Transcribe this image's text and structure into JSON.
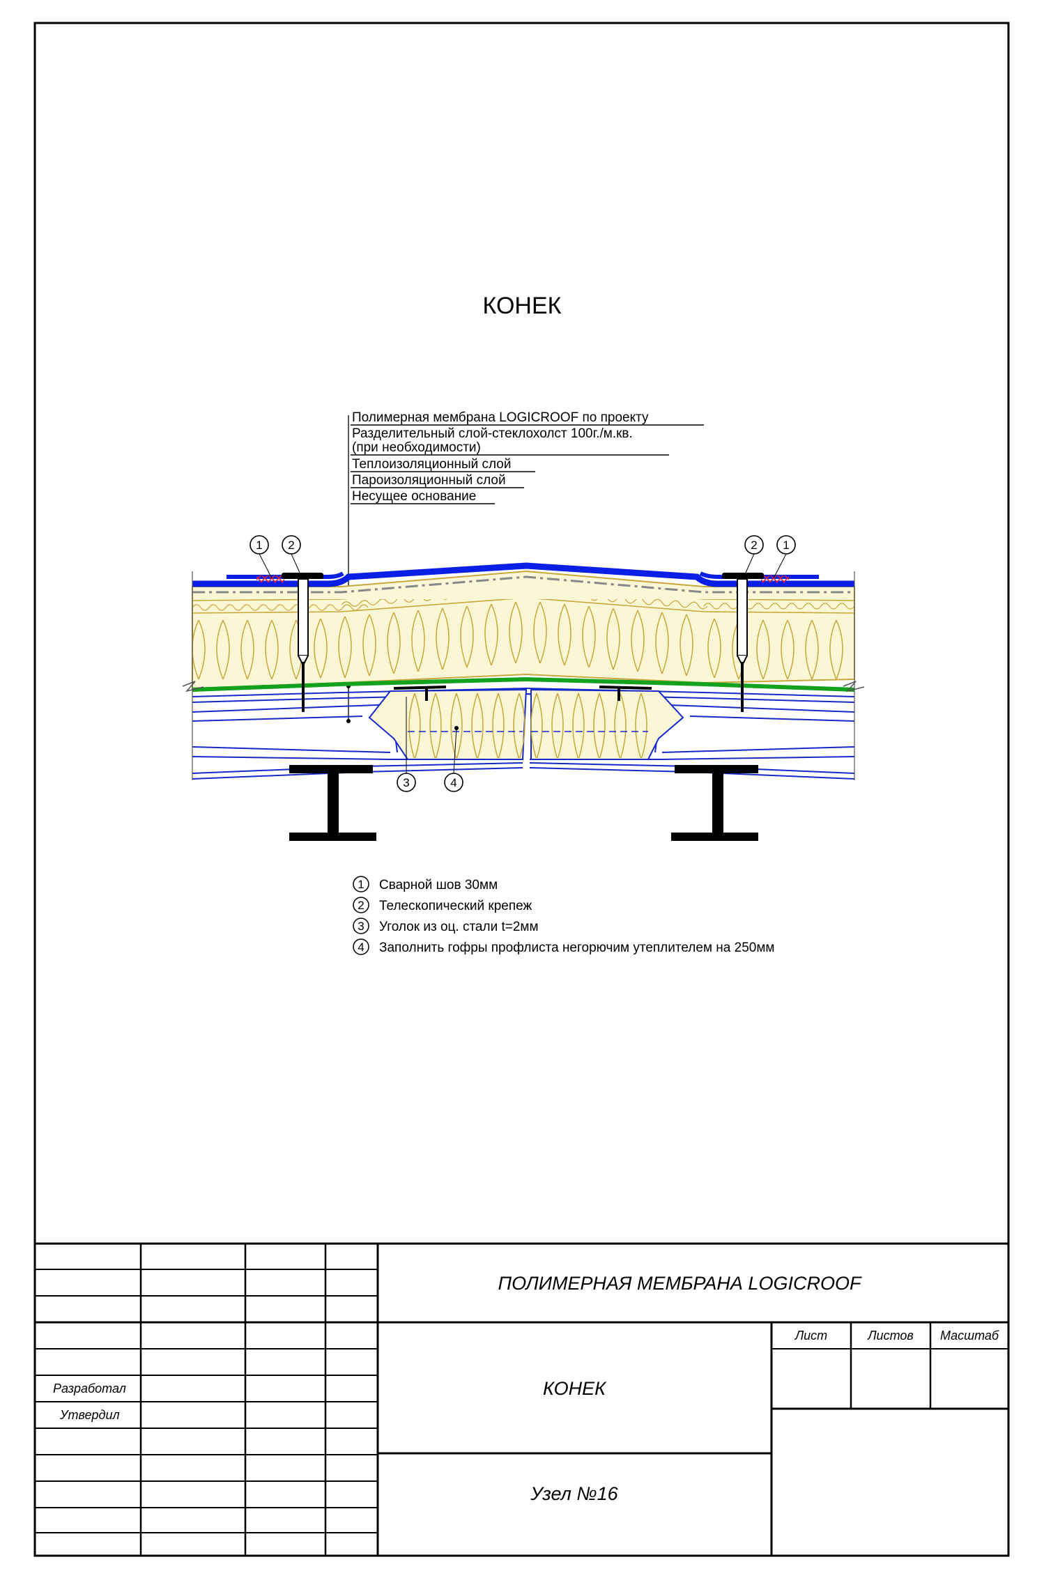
{
  "drawing": {
    "title": "КОНЕК",
    "layers": [
      "Полимерная мембрана LOGICROOF по проекту",
      "Разделительный слой-стеклохолст 100г./м.кв.",
      "(при необходимости)",
      "Теплоизоляционный слой",
      "Пароизоляционный слой",
      "Несущее основание"
    ],
    "callouts": [
      "1",
      "2",
      "3",
      "4"
    ],
    "legend": [
      {
        "num": "1",
        "text": "Сварной шов 30мм"
      },
      {
        "num": "2",
        "text": "Телескопический крепеж"
      },
      {
        "num": "3",
        "text": "Уголок из оц. стали t=2мм"
      },
      {
        "num": "4",
        "text": "Заполнить гофры профлиста негорючим утеплителем на 250мм"
      }
    ]
  },
  "title_block": {
    "product": "ПОЛИМЕРНАЯ МЕМБРАНА LOGICROOF",
    "name": "КОНЕК",
    "node": "Узел №16",
    "sheet_label": "Лист",
    "sheets_label": "Листов",
    "scale_label": "Масштаб",
    "developed": "Разработал",
    "approved": "Утвердил"
  },
  "colors": {
    "membrane": "#0a1fe6",
    "insulation_fill": "#fbf6d6",
    "insulation_line": "#c8a83a",
    "vapor": "#13a21d",
    "deck": "#1429c8",
    "weld": "#e0203c"
  }
}
